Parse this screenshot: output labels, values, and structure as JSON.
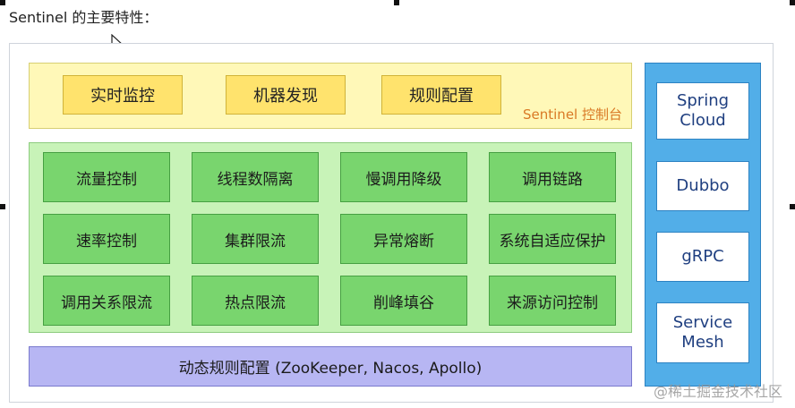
{
  "header": {
    "title": "Sentinel 的主要特性："
  },
  "console": {
    "items": [
      "实时监控",
      "机器发现",
      "规则配置"
    ],
    "label": "Sentinel 控制台"
  },
  "core": {
    "items": [
      "流量控制",
      "线程数隔离",
      "慢调用降级",
      "调用链路",
      "速率控制",
      "集群限流",
      "异常熔断",
      "系统自适应保护",
      "调用关系限流",
      "热点限流",
      "削峰填谷",
      "来源访问控制"
    ]
  },
  "dynamic": {
    "label": "动态规则配置 (ZooKeeper, Nacos, Apollo)"
  },
  "integrations": {
    "items": [
      "Spring\nCloud",
      "Dubbo",
      "gRPC",
      "Service\nMesh"
    ]
  },
  "watermark": {
    "text": "@稀土掘金技术社区"
  },
  "colors": {
    "console_bg": "#fff8b8",
    "console_item": "#ffe36d",
    "core_bg": "#c8f3b8",
    "core_item": "#79d56e",
    "dynamic_bg": "#b7b6f3",
    "integration_bg": "#52aee8",
    "label_orange": "#d97925"
  },
  "icons": {
    "cursor": "mouse-pointer-icon"
  }
}
